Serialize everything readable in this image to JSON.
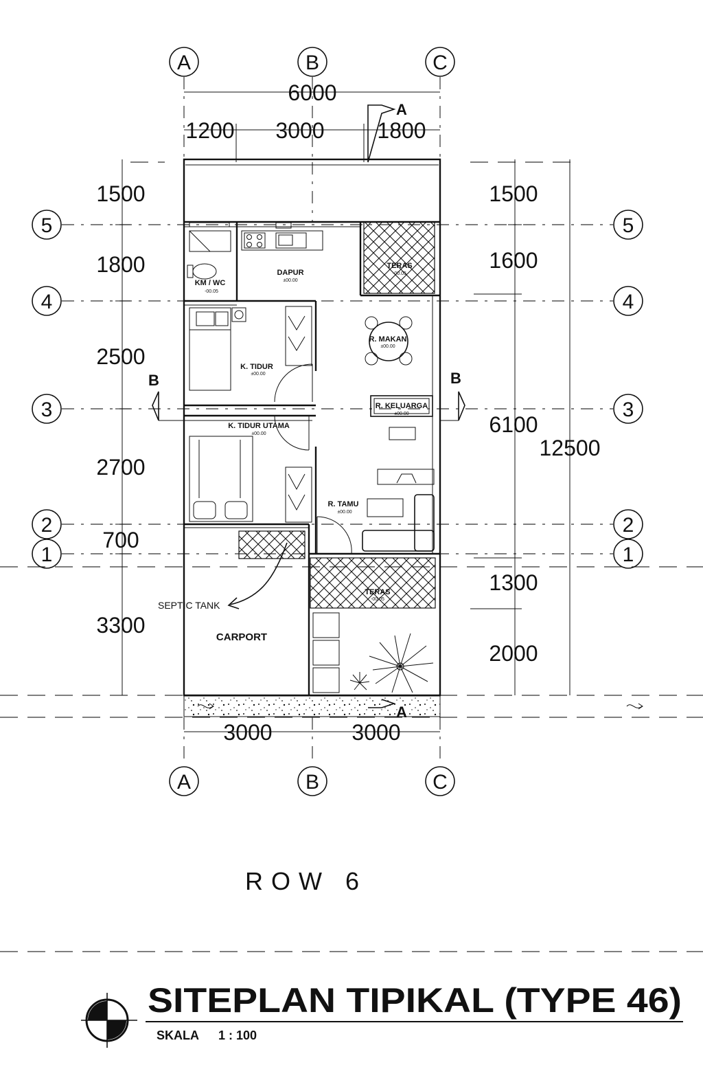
{
  "plan": {
    "grid_axes": {
      "letters": [
        "A",
        "B",
        "C"
      ],
      "numbers": [
        "1",
        "2",
        "3",
        "4",
        "5"
      ]
    },
    "dimensions": {
      "total_width": "6000",
      "top_segments": [
        "1200",
        "3000",
        "1800"
      ],
      "bottom_segments": [
        "3000",
        "3000"
      ],
      "left_vertical": [
        "1500",
        "1800",
        "2500",
        "2700",
        "700",
        "3300"
      ],
      "right_vertical": [
        "1500",
        "1600",
        "6100",
        "1300",
        "2000"
      ],
      "total_depth": "12500"
    },
    "section_marks": {
      "a": "A",
      "b": "B"
    },
    "rooms": {
      "kmwc": {
        "name": "KM / WC",
        "level": "-00.05"
      },
      "dapur": {
        "name": "DAPUR",
        "level": "±00.00"
      },
      "teras_back": {
        "name": "TERAS",
        "level": "-00.05"
      },
      "k_tidur": {
        "name": "K. TIDUR",
        "level": "±00.00"
      },
      "r_makan": {
        "name": "R. MAKAN",
        "level": "±00.00"
      },
      "r_keluarga": {
        "name": "R. KELUARGA",
        "level": "±00.00"
      },
      "k_tidur_utama": {
        "name": "K. TIDUR UTAMA",
        "level": "±00.00"
      },
      "r_tamu": {
        "name": "R. TAMU",
        "level": "±00.00"
      },
      "teras_front": {
        "name": "TERAS",
        "level": "-00.05"
      },
      "carport": {
        "name": "CARPORT"
      },
      "septic": {
        "name": "SEPTIC TANK"
      }
    },
    "row_label": "ROW 6"
  },
  "title_block": {
    "title": "SITEPLAN TIPIKAL (TYPE 46)",
    "scale_label": "SKALA",
    "scale_value": "1 : 100"
  }
}
